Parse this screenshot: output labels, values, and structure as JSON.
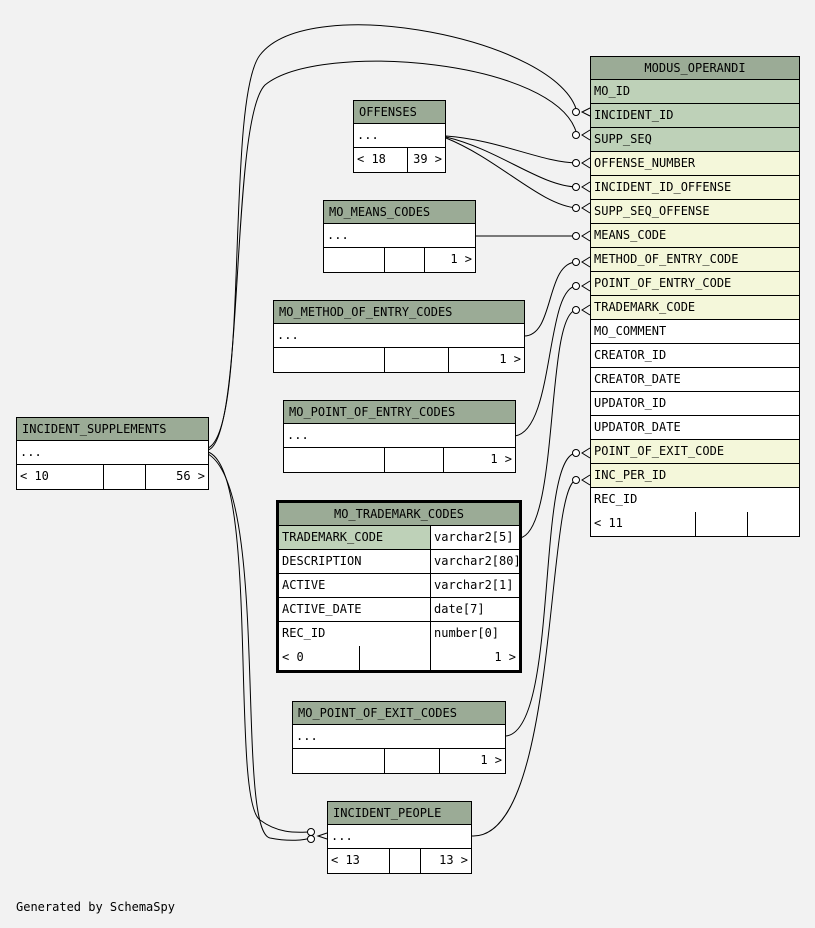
{
  "colors": {
    "background": "#f2f2f2",
    "header": "#9bab96",
    "primary_key": "#bed1b8",
    "foreign_key": "#f4f7da",
    "line": "#000000"
  },
  "tables": {
    "modus_operandi": {
      "name": "MODUS_OPERANDI",
      "columns": [
        {
          "name": "MO_ID",
          "kind": "pk"
        },
        {
          "name": "INCIDENT_ID",
          "kind": "pk"
        },
        {
          "name": "SUPP_SEQ",
          "kind": "pk"
        },
        {
          "name": "OFFENSE_NUMBER",
          "kind": "fk"
        },
        {
          "name": "INCIDENT_ID_OFFENSE",
          "kind": "fk"
        },
        {
          "name": "SUPP_SEQ_OFFENSE",
          "kind": "fk"
        },
        {
          "name": "MEANS_CODE",
          "kind": "fk"
        },
        {
          "name": "METHOD_OF_ENTRY_CODE",
          "kind": "fk"
        },
        {
          "name": "POINT_OF_ENTRY_CODE",
          "kind": "fk"
        },
        {
          "name": "TRADEMARK_CODE",
          "kind": "fk"
        },
        {
          "name": "MO_COMMENT",
          "kind": "plain"
        },
        {
          "name": "CREATOR_ID",
          "kind": "plain"
        },
        {
          "name": "CREATOR_DATE",
          "kind": "plain"
        },
        {
          "name": "UPDATOR_ID",
          "kind": "plain"
        },
        {
          "name": "UPDATOR_DATE",
          "kind": "plain"
        },
        {
          "name": "POINT_OF_EXIT_CODE",
          "kind": "fk"
        },
        {
          "name": "INC_PER_ID",
          "kind": "fk"
        },
        {
          "name": "REC_ID",
          "kind": "plain"
        }
      ],
      "footer": [
        "< 11",
        "",
        ""
      ]
    },
    "offenses": {
      "name": "OFFENSES",
      "body": "...",
      "footer": [
        "< 18",
        "39 >"
      ]
    },
    "mo_means_codes": {
      "name": "MO_MEANS_CODES",
      "body": "...",
      "footer": [
        "",
        "",
        "1 >"
      ]
    },
    "mo_method_of_entry_codes": {
      "name": "MO_METHOD_OF_ENTRY_CODES",
      "body": "...",
      "footer": [
        "",
        "",
        "1 >"
      ]
    },
    "mo_point_of_entry_codes": {
      "name": "MO_POINT_OF_ENTRY_CODES",
      "body": "...",
      "footer": [
        "",
        "",
        "1 >"
      ]
    },
    "incident_supplements": {
      "name": "INCIDENT_SUPPLEMENTS",
      "body": "...",
      "footer": [
        "< 10",
        "",
        "56 >"
      ]
    },
    "mo_trademark_codes": {
      "name": "MO_TRADEMARK_CODES",
      "columns": [
        {
          "name": "TRADEMARK_CODE",
          "type": "varchar2[5]",
          "kind": "pk"
        },
        {
          "name": "DESCRIPTION",
          "type": "varchar2[80]",
          "kind": "plain"
        },
        {
          "name": "ACTIVE",
          "type": "varchar2[1]",
          "kind": "plain"
        },
        {
          "name": "ACTIVE_DATE",
          "type": "date[7]",
          "kind": "plain"
        },
        {
          "name": "REC_ID",
          "type": "number[0]",
          "kind": "plain"
        }
      ],
      "footer": [
        "< 0",
        "",
        "1 >"
      ]
    },
    "mo_point_of_exit_codes": {
      "name": "MO_POINT_OF_EXIT_CODES",
      "body": "...",
      "footer": [
        "",
        "",
        "1 >"
      ]
    },
    "incident_people": {
      "name": "INCIDENT_PEOPLE",
      "body": "...",
      "footer": [
        "< 13",
        "",
        "13 >"
      ]
    }
  },
  "footer_text": "Generated by SchemaSpy"
}
